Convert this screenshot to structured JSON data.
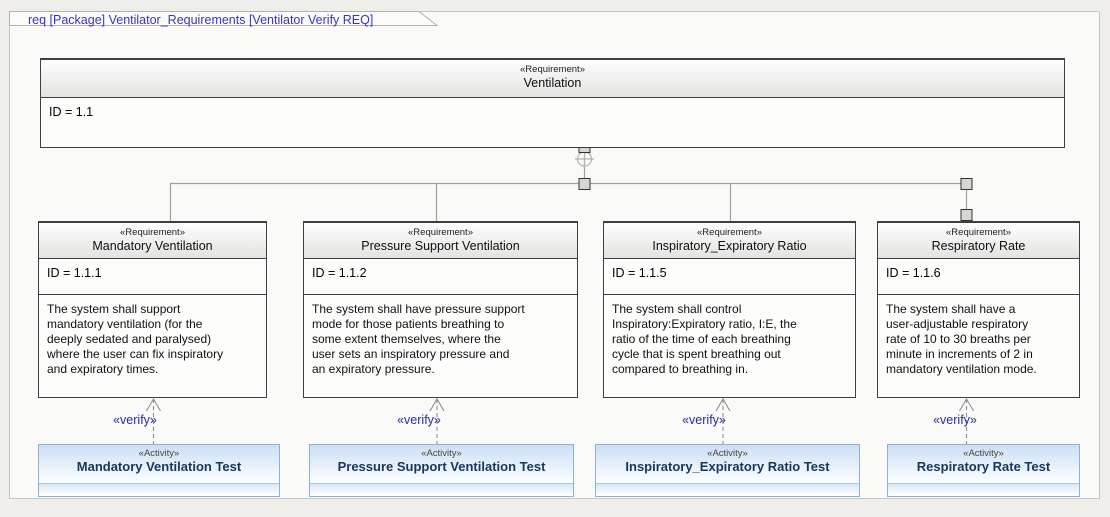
{
  "frame": {
    "title": "req [Package] Ventilator_Requirements [Ventilator Verify REQ]"
  },
  "parent_requirement": {
    "keyword": "«Requirement»",
    "name": "Ventilation",
    "id": "ID = 1.1"
  },
  "requirements": [
    {
      "keyword": "«Requirement»",
      "name": "Mandatory Ventilation",
      "id": "ID = 1.1.1",
      "text": "The system shall support\nmandatory ventilation (for the\ndeeply sedated and paralysed)\nwhere the user can fix inspiratory\nand expiratory times."
    },
    {
      "keyword": "«Requirement»",
      "name": "Pressure Support Ventilation",
      "id": "ID = 1.1.2",
      "text": "The system shall have pressure support\nmode for those patients breathing to\nsome extent themselves, where the\nuser sets an inspiratory pressure and\nan expiratory pressure."
    },
    {
      "keyword": "«Requirement»",
      "name": "Inspiratory_Expiratory Ratio",
      "id": "ID = 1.1.5",
      "text": "The system shall control\nInspiratory:Expiratory ratio, I:E, the\nratio of the time of each breathing\ncycle that is spent breathing out\ncompared to breathing in."
    },
    {
      "keyword": "«Requirement»",
      "name": "Respiratory Rate",
      "id": "ID = 1.1.6",
      "text": "The system shall have a\nuser-adjustable respiratory\nrate of 10 to 30 breaths per\nminute in increments of 2 in\nmandatory ventilation mode."
    }
  ],
  "verify": {
    "label": "«verify»"
  },
  "activities": [
    {
      "keyword": "«Activity»",
      "name": "Mandatory Ventilation Test"
    },
    {
      "keyword": "«Activity»",
      "name": "Pressure Support Ventilation Test"
    },
    {
      "keyword": "«Activity»",
      "name": "Inspiratory_Expiratory Ratio Test"
    },
    {
      "keyword": "«Activity»",
      "name": "Respiratory Rate Test"
    }
  ],
  "icons": {
    "containment_icon": "crosshair-circle",
    "selection_handle": "small-gray-square",
    "verify_arrowhead": "open-chevron-up"
  },
  "colors": {
    "page_background": "#f0eeeb",
    "frame_background": "#fafaf8",
    "frame_title": "#3434cc",
    "requirement_border": "#3f3f3f",
    "requirement_header_fill": "#e3e3e1",
    "activity_border": "#8cb0d6",
    "activity_fill_top": "#cbdff4",
    "activity_name_text": "#17375d",
    "verify_text": "#2d2da0",
    "connector_gray": "#a2a09c"
  }
}
